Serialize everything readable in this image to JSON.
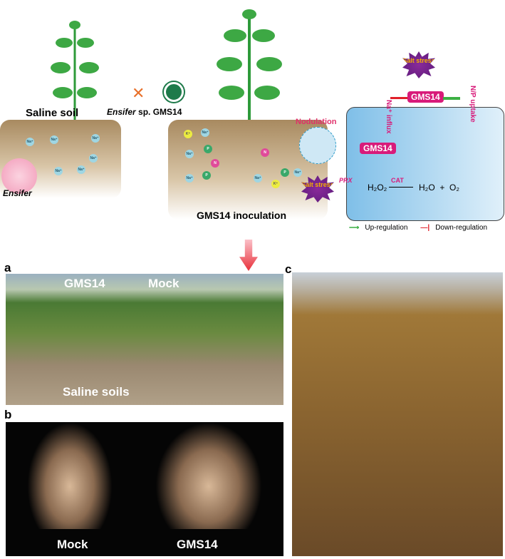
{
  "diagram": {
    "saline_soil": "Saline soil",
    "ensifer_label": "Ensifer",
    "strain_label_italic": "Ensifer",
    "strain_label_rest": " sp. GMS14",
    "gms14_inoculation": "GMS14 inoculation",
    "nodulation": "Nodulation",
    "salt_stress": "Salt stress",
    "gms14": "GMS14",
    "na_influx": "Na⁺ influx",
    "np_uptake": "N/P uptake",
    "prx": "PRX",
    "cat": "CAT",
    "h2o2": "H₂O₂",
    "products": "H₂O  +  O₂",
    "ions": {
      "na": "Na⁺",
      "k": "K⁺",
      "p": "P",
      "n": "N"
    },
    "legend": {
      "up": "Up-regulation",
      "down": "Down-regulation",
      "up_color": "#3cb043",
      "down_color": "#e0202a"
    }
  },
  "panels": {
    "a": {
      "letter": "a",
      "gms14": "GMS14",
      "mock": "Mock",
      "saline": "Saline soils"
    },
    "b": {
      "letter": "b",
      "mock": "Mock",
      "gms14": "GMS14"
    },
    "c": {
      "letter": "c"
    }
  }
}
